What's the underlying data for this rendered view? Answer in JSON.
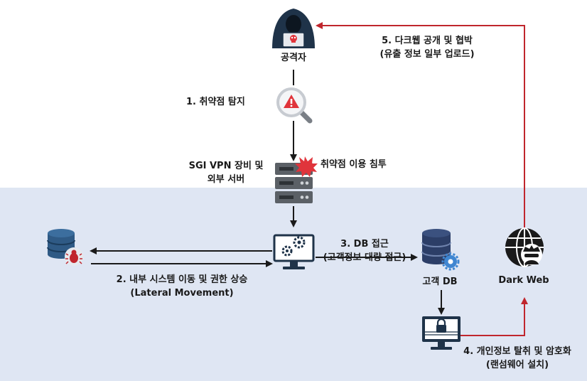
{
  "colors": {
    "internal_zone": "#dfe6f3",
    "arrow_dark": "#1a1a1a",
    "arrow_red": "#c0262d",
    "icon_navy": "#1f3349",
    "server_gray": "#5b6066",
    "db_blue": "#2f5a85",
    "alert_red": "#e0343b"
  },
  "icons": {
    "attacker": "hooded-hacker-icon",
    "scan": "magnifier-alert-icon",
    "vpn_server": "server-rack-icon",
    "breach": "explosion-icon",
    "infected_db": "database-bug-icon",
    "admin_pc": "monitor-gears-icon",
    "customer_db": "database-gear-icon",
    "ransomware": "locked-monitor-icon",
    "dark_web": "globe-spy-icon"
  },
  "labels": {
    "attacker": "공격자",
    "step1": "1.  취약점 탐지",
    "vpn_line1": "SGI VPN 장비 및",
    "vpn_line2": "외부 서버",
    "breach": "취약점 이용 침투",
    "step2_line1": "2. 내부 시스템 이동 및 권한 상승",
    "step2_line2": "(Lateral Movement)",
    "step3_line1": "3. DB 접근",
    "step3_line2": "(고객정보 대량 접근)",
    "customer_db": "고객 DB",
    "step4_line1": "4. 개인정보 탈취 및 암호화",
    "step4_line2": "(랜섬웨어 설치)",
    "step5_line1": "5. 다크웹 공개 및 협박",
    "step5_line2": "(유출 정보 일부 업로드)",
    "dark_web": "Dark Web"
  }
}
